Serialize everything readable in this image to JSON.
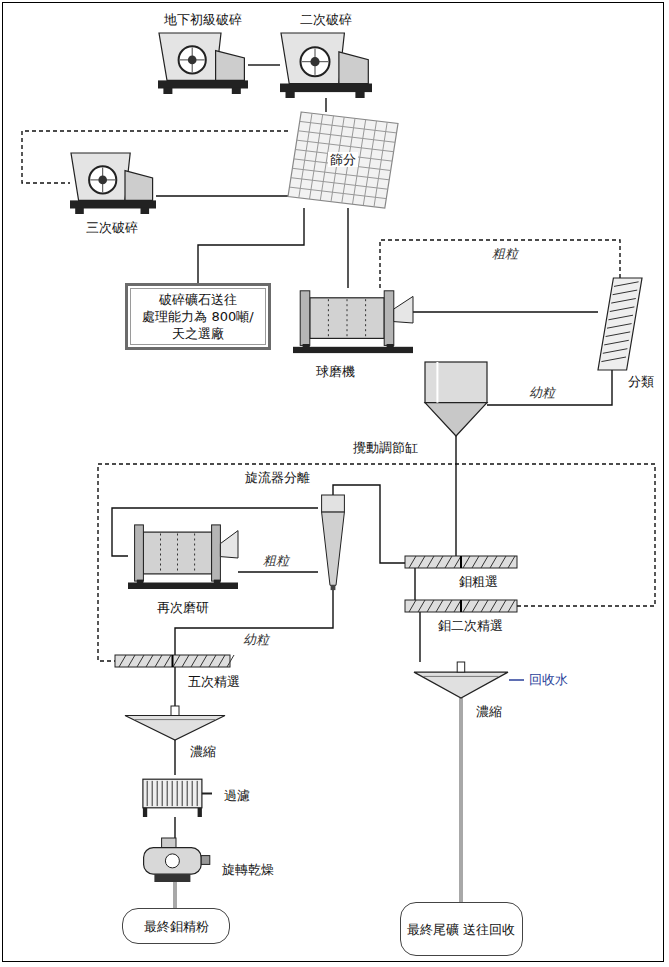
{
  "diagram": {
    "nodes": [
      {
        "text": [
          "地下初級破碎"
        ]
      },
      {
        "text": [
          "二次破碎"
        ]
      },
      {
        "text": [
          "篩分"
        ]
      },
      {
        "text": [
          "三次破碎"
        ]
      },
      {
        "text": [
          "破碎礦石送往 處理能力為 800噸/天之選廠"
        ]
      },
      {
        "text": [
          "球磨機"
        ]
      },
      {
        "text": [
          "分類"
        ]
      },
      {
        "text": [
          "攪動調節缸"
        ]
      },
      {
        "text": [
          "旋流器分離"
        ]
      },
      {
        "text": [
          "再次磨研"
        ]
      },
      {
        "text": [
          "鉬粗選"
        ]
      },
      {
        "text": [
          "鉬二次精選"
        ]
      },
      {
        "text": [
          "五次精選"
        ]
      },
      {
        "text": [
          "濃縮"
        ]
      },
      {
        "text": [
          "過濾"
        ]
      },
      {
        "text": [
          "旋轉乾燥"
        ]
      },
      {
        "text": [
          "最終鉬精粉"
        ]
      },
      {
        "text": [
          "濃縮"
        ]
      },
      {
        "text": [
          "最終尾礦 送往回收"
        ]
      }
    ],
    "edges": [
      {
        "from": 0,
        "to": 1,
        "arrow": "none"
      },
      {
        "from": 1,
        "to": 2,
        "arrow": "none"
      },
      {
        "from": 2,
        "to": 3,
        "arrow": "none"
      },
      {
        "from": 3,
        "to": 2,
        "arrow": "none"
      },
      {
        "from": 2,
        "to": 4,
        "arrow": "none"
      },
      {
        "from": 2,
        "to": 5,
        "arrow": "none"
      },
      {
        "from": 5,
        "to": 6,
        "arrow": "none"
      },
      {
        "from": 6,
        "to": 5,
        "label": "粗粒",
        "arrow": "none"
      },
      {
        "from": 6,
        "to": 7,
        "label": "幼粒",
        "arrow": "none"
      },
      {
        "from": 7,
        "to": 10,
        "arrow": "none"
      },
      {
        "from": 10,
        "to": 11,
        "arrow": "none"
      },
      {
        "from": 10,
        "to": 8,
        "arrow": "none"
      },
      {
        "from": 8,
        "to": 9,
        "label": "粗粒",
        "arrow": "none"
      },
      {
        "from": 9,
        "to": 8,
        "arrow": "none"
      },
      {
        "from": 8,
        "to": 12,
        "label": "幼粒",
        "arrow": "none"
      },
      {
        "from": 11,
        "to": 12,
        "arrow": "none"
      },
      {
        "from": 12,
        "to": 13,
        "arrow": "none"
      },
      {
        "from": 13,
        "to": 14,
        "arrow": "none"
      },
      {
        "from": 14,
        "to": 15,
        "arrow": "none"
      },
      {
        "from": 15,
        "to": 16,
        "arrow": "none"
      },
      {
        "from": 11,
        "to": 17,
        "arrow": "none"
      },
      {
        "from": 17,
        "to": 18,
        "arrow": "none"
      }
    ],
    "labels": [
      "回收水"
    ]
  }
}
